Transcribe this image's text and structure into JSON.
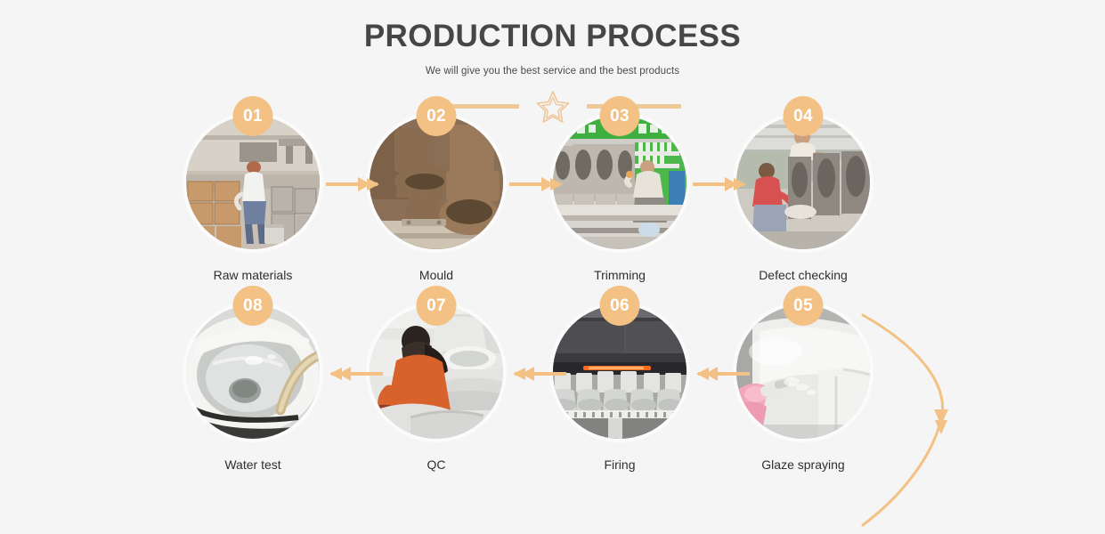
{
  "header": {
    "title": "PRODUCTION PROCESS",
    "subtitle": "We will give you the best service and the best products",
    "accent_color": "#eec897",
    "title_color": "#464646",
    "background_color": "#f5f5f5",
    "star_icon": "star-outline-icon",
    "left_divider": "divider-line-left",
    "right_divider": "divider-line-right"
  },
  "process": {
    "badge_color": "#f2c183",
    "arrow_color": "#f2c183",
    "row1_flow": "left-to-right",
    "row2_flow": "right-to-left",
    "steps": [
      {
        "number": "01",
        "label": "Raw materials",
        "photo_alt": "Worker stacking raw clay material blocks in a grey workshop"
      },
      {
        "number": "02",
        "label": "Mould",
        "photo_alt": "Brown clay toilet moulds lined up on a bench"
      },
      {
        "number": "03",
        "label": "Trimming",
        "photo_alt": "Worker trimming greenware toilets on a production line with green banner"
      },
      {
        "number": "04",
        "label": "Defect checking",
        "photo_alt": "Two workers inspecting rows of unglazed toilets for defects"
      },
      {
        "number": "05",
        "label": "Glaze spraying",
        "photo_alt": "Gloved hand spraying glaze onto a white ceramic toilet"
      },
      {
        "number": "06",
        "label": "Firing",
        "photo_alt": "Toilets on kiln car entering a dark kiln with glowing heating element"
      },
      {
        "number": "07",
        "label": "QC",
        "photo_alt": "Worker in orange shirt performing quality control on finished toilets"
      },
      {
        "number": "08",
        "label": "Water test",
        "photo_alt": "Water flowing from a hose into a white toilet bowl during water test"
      }
    ],
    "arrows": [
      {
        "name": "arrow-01-to-02",
        "direction": "right"
      },
      {
        "name": "arrow-02-to-03",
        "direction": "right"
      },
      {
        "name": "arrow-03-to-04",
        "direction": "right"
      },
      {
        "name": "arrow-04-to-05",
        "direction": "curve-down"
      },
      {
        "name": "arrow-05-to-06",
        "direction": "left"
      },
      {
        "name": "arrow-06-to-07",
        "direction": "left"
      },
      {
        "name": "arrow-07-to-08",
        "direction": "left"
      }
    ]
  }
}
